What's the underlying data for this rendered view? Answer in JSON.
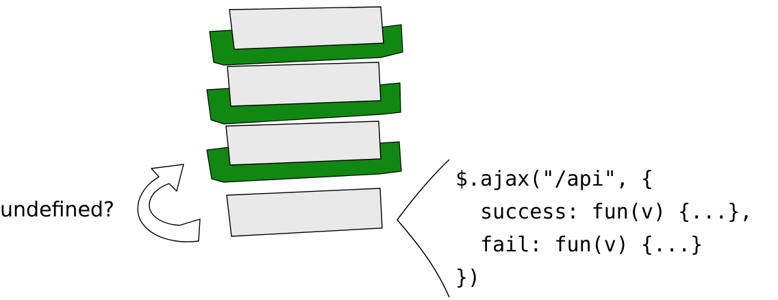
{
  "colors": {
    "stack_frame_green": "#118811",
    "stack_frame_gray": "#e9e9e9",
    "outline": "#000000",
    "text": "#000000"
  },
  "diagram": {
    "stack": {
      "frames_with_return": 3,
      "pending_frame_count": 1
    },
    "loop_arrow": {
      "icon": "curved-return-arrow-icon",
      "label": "undefined?"
    },
    "code_callout": {
      "lines": [
        "$.ajax(\"/api\", {",
        "  success: fun(v) {...},",
        "  fail: fun(v) {...}",
        "})"
      ]
    }
  }
}
